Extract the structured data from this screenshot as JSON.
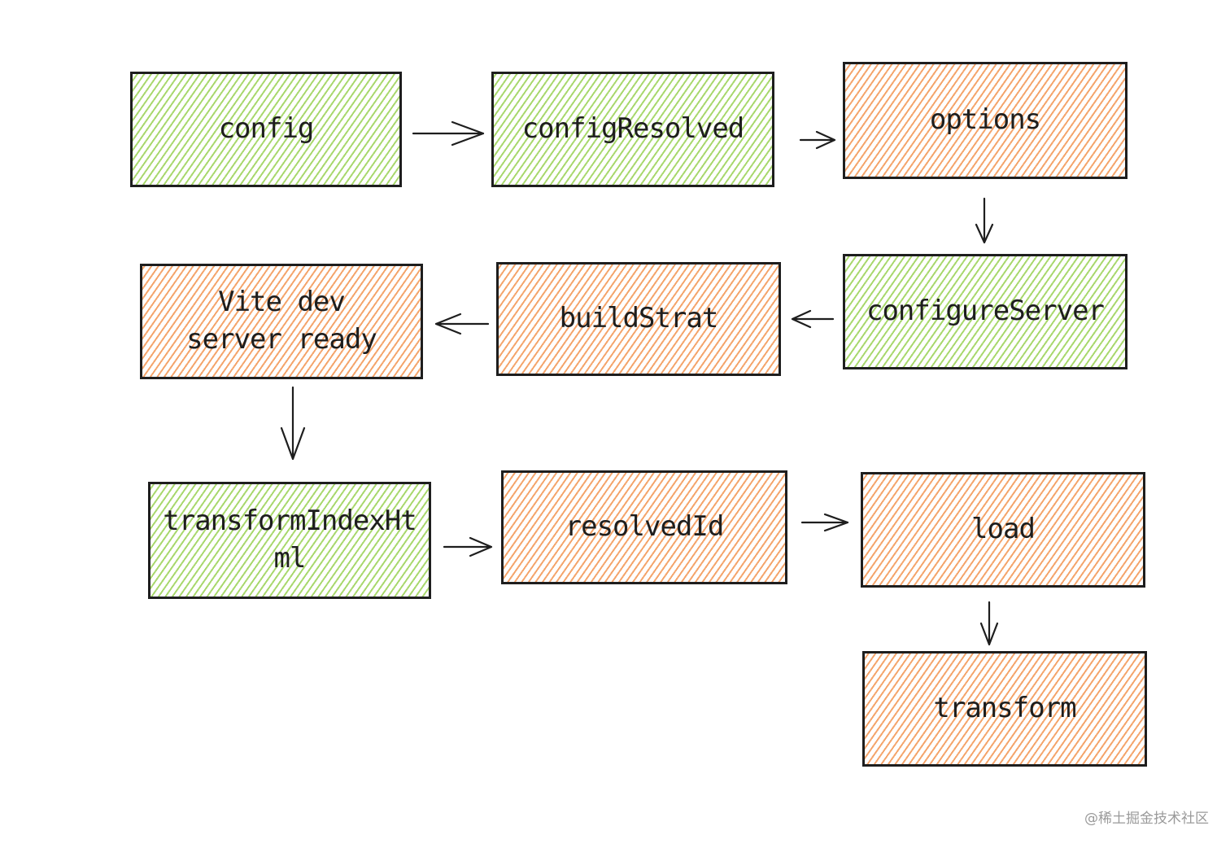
{
  "nodes": {
    "config": {
      "label": "config",
      "color": "#a9d86e"
    },
    "config_resolved": {
      "label": "configResolved",
      "color": "#a9d86e"
    },
    "options": {
      "label": "options",
      "color": "#f4a56c"
    },
    "configure_server": {
      "label": "configureServer",
      "color": "#a9d86e"
    },
    "build_strat": {
      "label": "buildStrat",
      "color": "#f4a56c"
    },
    "vite_ready": {
      "label": "Vite dev\nserver ready",
      "color": "#f4a56c"
    },
    "transform_index_html": {
      "label": "transformIndexHt\nml",
      "color": "#a9d86e"
    },
    "resolved_id": {
      "label": "resolvedId",
      "color": "#f4a56c"
    },
    "load": {
      "label": "load",
      "color": "#f4a56c"
    },
    "transform": {
      "label": "transform",
      "color": "#f4a56c"
    }
  },
  "watermark": "@稀土掘金技术社区"
}
